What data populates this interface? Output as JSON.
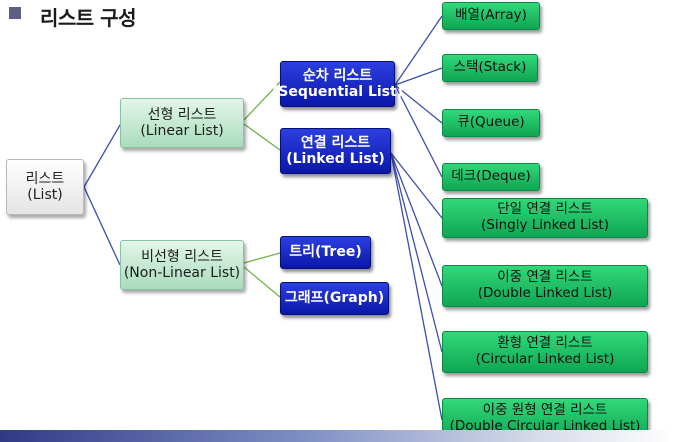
{
  "title": "리스트 구성",
  "nodes": {
    "root": {
      "line1": "리스트",
      "line2": "(List)"
    },
    "linear": {
      "line1": "선형 리스트",
      "line2": "(Linear List)"
    },
    "nonlinear": {
      "line1": "비선형 리스트",
      "line2": "(Non-Linear List)"
    },
    "sequential": {
      "line1": "순차 리스트",
      "line2": "(Sequential List)"
    },
    "linked": {
      "line1": "연결 리스트",
      "line2": "(Linked List)"
    },
    "tree": {
      "line1": "트리(Tree)"
    },
    "graph": {
      "line1": "그래프(Graph)"
    },
    "array": {
      "line1": "배열(Array)"
    },
    "stack": {
      "line1": "스택(Stack)"
    },
    "queue": {
      "line1": "큐(Queue)"
    },
    "deque": {
      "line1": "데크(Deque)"
    },
    "singly": {
      "line1": "단일 연결 리스트",
      "line2": "(Singly Linked List)"
    },
    "double": {
      "line1": "이중 연결 리스트",
      "line2": "(Double Linked List)"
    },
    "circular": {
      "line1": "환형 연결 리스트",
      "line2": "(Circular Linked List)"
    },
    "dcircular": {
      "line1": "이중 원형 연결 리스트",
      "line2": "(Double Circular Linked List)"
    }
  },
  "colors": {
    "connector": "#3d4fb0",
    "connector_green": "#6fb24a",
    "blue_box": "#1424c8",
    "green_box": "#1dbd66"
  }
}
